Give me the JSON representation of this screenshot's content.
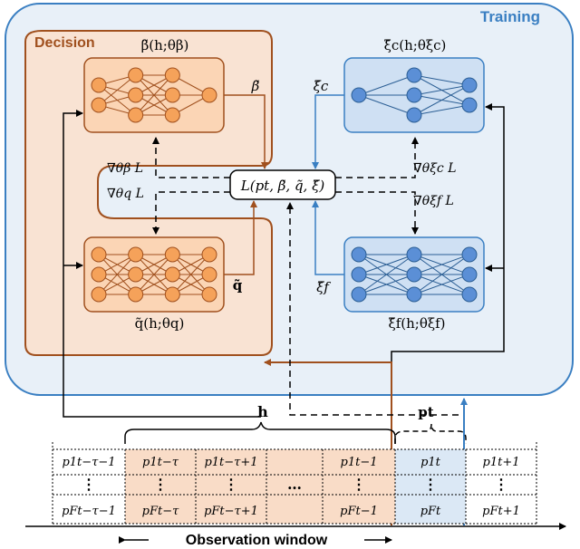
{
  "training": {
    "title": "Training",
    "decision_title": "Decision",
    "beta_net_label": "β̃(h;θβ)",
    "q_net_label": "q̃(h;θq)",
    "xi_c_net_label": "ξ̃c(h;θξc)",
    "xi_f_net_label": "ξ̃f(h;θξf)",
    "beta_out": "β̃",
    "q_out": "q̃",
    "xi_c_out": "ξ̃c",
    "xi_f_out": "ξ̃f",
    "loss": "L(pt, β̃, q̃, ξ̃)",
    "grad_beta": "∇θβ L",
    "grad_q": "∇θq L",
    "grad_xic": "∇θξc L",
    "grad_xif": "∇θξf L"
  },
  "timeline": {
    "h_label": "h",
    "pt_label": "pt",
    "observation_window": "Observation window",
    "ellipsis": "…",
    "columns": [
      {
        "top": "p1t−τ−1",
        "mid": "⋮",
        "bot": "pFt−τ−1"
      },
      {
        "top": "p1t−τ",
        "mid": "⋮",
        "bot": "pFt−τ"
      },
      {
        "top": "p1t−τ+1",
        "mid": "⋮",
        "bot": "pFt−τ+1"
      },
      {
        "top": "",
        "mid": "…",
        "bot": ""
      },
      {
        "top": "p1t−1",
        "mid": "⋮",
        "bot": "pFt−1"
      },
      {
        "top": "p1t",
        "mid": "⋮",
        "bot": "pFt"
      },
      {
        "top": "p1t+1",
        "mid": "⋮",
        "bot": "pFt+1"
      }
    ]
  },
  "colors": {
    "training_border": "#3a7fc2",
    "training_fill": "#e8f0f8",
    "decision_border": "#a0501e",
    "decision_fill": "#f9e3d3",
    "orange_node": "#f5a25a",
    "orange_box": "#fbd5b5",
    "blue_node": "#5b8fd6",
    "blue_box": "#cfe0f3",
    "obs_fill": "#f9dcc7",
    "pt_fill": "#dbe8f5"
  }
}
